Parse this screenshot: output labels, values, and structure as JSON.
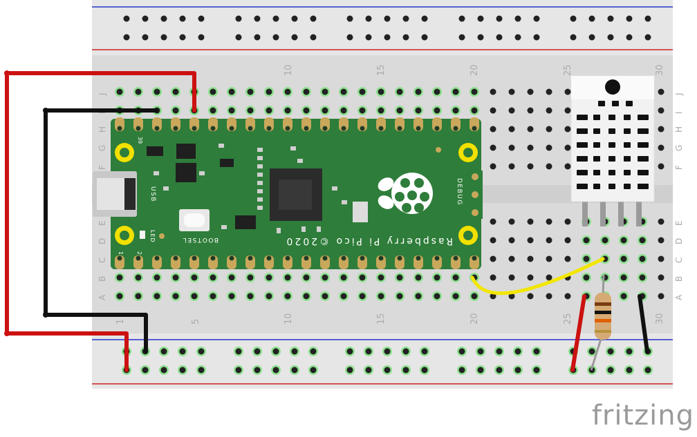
{
  "breadboard": {
    "column_numbers": [
      "10",
      "15",
      "20",
      "25",
      "30",
      "1",
      "5",
      "10",
      "15",
      "20",
      "25",
      "30"
    ],
    "row_letters_left": [
      "J",
      "I",
      "H",
      "G",
      "F",
      "E",
      "D",
      "C",
      "B",
      "A"
    ],
    "row_letters_right": [
      "J",
      "I",
      "H",
      "G",
      "F",
      "E",
      "D",
      "C",
      "B",
      "A"
    ]
  },
  "pico": {
    "title": "Raspberry Pi Pico ©2020",
    "usb_label": "USB",
    "led_label": "LED",
    "bootsel_label": "BOOTSEL",
    "debug_label": "DEBUG",
    "pin_39": "39",
    "pin_1": "1",
    "pin_2": "2"
  },
  "brand": "fritzing",
  "colors": {
    "board": "#d9d9d9",
    "pico_green": "#2e7d3a",
    "wire_red": "#cc1111",
    "wire_black": "#111111",
    "wire_yellow": "#f2e600",
    "rail_red": "#cc2222",
    "rail_blue": "#2233cc",
    "hole_green": "#5fd35f"
  }
}
